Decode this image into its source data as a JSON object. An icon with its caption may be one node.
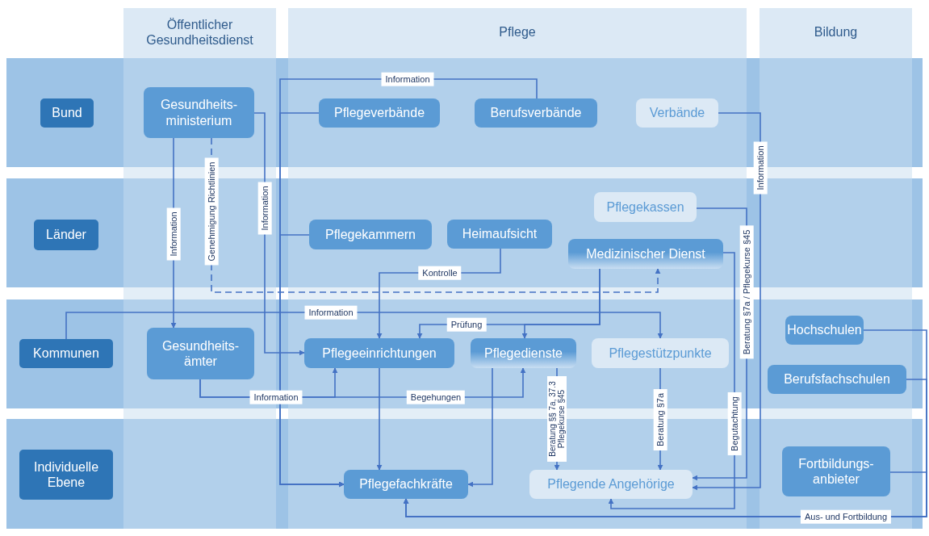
{
  "diagram": {
    "nodes": [
      {
        "text": [
          "Öffentlicher Gesundheitsdienst"
        ]
      },
      {
        "text": [
          "Pflege"
        ]
      },
      {
        "text": [
          "Bildung"
        ]
      },
      {
        "text": [
          "Bund"
        ]
      },
      {
        "text": [
          "Gesundheits- ministerium"
        ]
      },
      {
        "text": [
          "Pflegeverbände"
        ]
      },
      {
        "text": [
          "Berufsverbände"
        ]
      },
      {
        "text": [
          "Verbände"
        ]
      },
      {
        "text": [
          "Länder"
        ]
      },
      {
        "text": [
          "Pflegekammern"
        ]
      },
      {
        "text": [
          "Heimaufsicht"
        ]
      },
      {
        "text": [
          "Pflegekassen"
        ]
      },
      {
        "text": [
          "Medizinischer Dienst"
        ]
      },
      {
        "text": [
          "Kommunen"
        ]
      },
      {
        "text": [
          "Gesundheits- ämter"
        ]
      },
      {
        "text": [
          "Pflegeeinrichtungen"
        ]
      },
      {
        "text": [
          "Pflegedienste"
        ]
      },
      {
        "text": [
          "Pflegestützpunkte"
        ]
      },
      {
        "text": [
          "Hochschulen"
        ]
      },
      {
        "text": [
          "Berufsfachschulen"
        ]
      },
      {
        "text": [
          "Individuelle Ebene"
        ]
      },
      {
        "text": [
          "Pflegefachkräfte"
        ]
      },
      {
        "text": [
          "Pflegende Angehörige"
        ]
      },
      {
        "text": [
          "Fortbildungs- anbieter"
        ]
      }
    ],
    "edges": [
      {
        "from": 4,
        "to": 14,
        "arrow": "to",
        "label": "Information"
      },
      {
        "from": 4,
        "to": 12,
        "arrow": "to",
        "label": "Genehmigung Richtlinien",
        "style": "dashed"
      },
      {
        "from": 4,
        "to": 15,
        "arrow": "to",
        "label": "Information"
      },
      {
        "from": 6,
        "to": 21,
        "arrow": "to",
        "label": "Information"
      },
      {
        "from": 5,
        "to": 21,
        "arrow": "to"
      },
      {
        "from": 9,
        "to": 21,
        "arrow": "to"
      },
      {
        "from": 10,
        "to": 15,
        "arrow": "to",
        "label": "Kontrolle"
      },
      {
        "from": 15,
        "to": 21,
        "arrow": "to"
      },
      {
        "from": 13,
        "to": 17,
        "arrow": "to",
        "label": "Information"
      },
      {
        "from": 12,
        "to": 15,
        "arrow": "to",
        "label": "Prüfung"
      },
      {
        "from": 12,
        "to": 16,
        "arrow": "to"
      },
      {
        "from": 14,
        "to": 15,
        "arrow": "to",
        "label": "Information"
      },
      {
        "from": 14,
        "to": 16,
        "arrow": "to",
        "label": "Begehungen"
      },
      {
        "from": 16,
        "to": 21,
        "arrow": "to"
      },
      {
        "from": 16,
        "to": 22,
        "arrow": "to",
        "label": "Beratung §§ 7a, 37.3 Pflegekurse §45"
      },
      {
        "from": 17,
        "to": 22,
        "arrow": "to",
        "label": "Beratung §7a"
      },
      {
        "from": 11,
        "to": 22,
        "arrow": "to",
        "label": "Beratung §7a / Pflegekurse §45"
      },
      {
        "from": 7,
        "to": 22,
        "arrow": "to",
        "label": "Information"
      },
      {
        "from": 12,
        "to": 22,
        "arrow": "to",
        "label": "Begutachtung"
      },
      {
        "from": 18,
        "to": 21,
        "arrow": "to",
        "label": "Aus- und Fortbildung"
      },
      {
        "from": 19,
        "to": 21,
        "arrow": "to"
      },
      {
        "from": 23,
        "to": 21,
        "arrow": "to"
      }
    ]
  }
}
